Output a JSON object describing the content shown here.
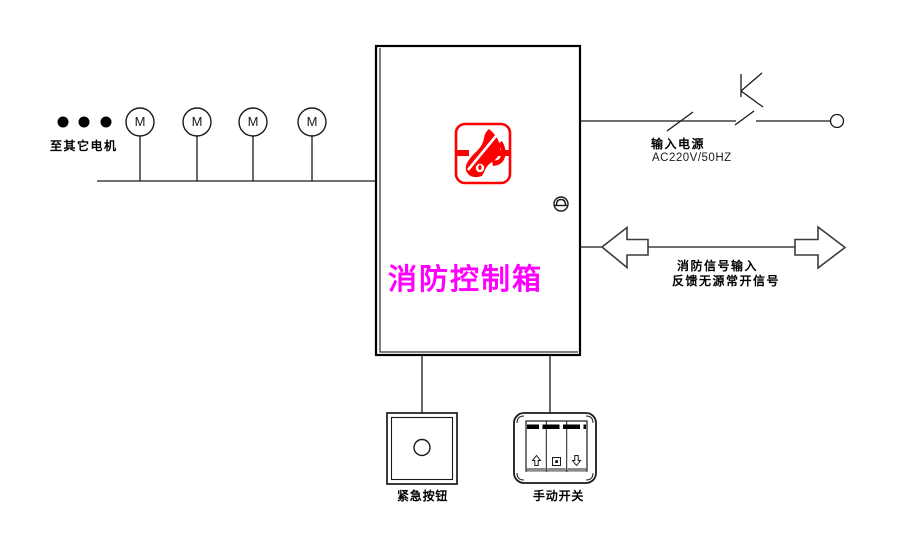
{
  "colors": {
    "title": "#FF00FF",
    "logo_red": "#FF0000",
    "line_black": "#000000",
    "arrow_gray": "#3c3c3c"
  },
  "left_group": {
    "note": "至其它电机",
    "motor_label": "M",
    "motor_count": 4
  },
  "control_box": {
    "title": "消防控制箱"
  },
  "power_input": {
    "name": "输入电源",
    "spec": "AC220V/50HZ"
  },
  "signal": {
    "line1": "消防信号输入",
    "line2": "反馈无源常开信号"
  },
  "emergency_button": {
    "label": "紧急按钮"
  },
  "manual_switch": {
    "label": "手动开关"
  }
}
